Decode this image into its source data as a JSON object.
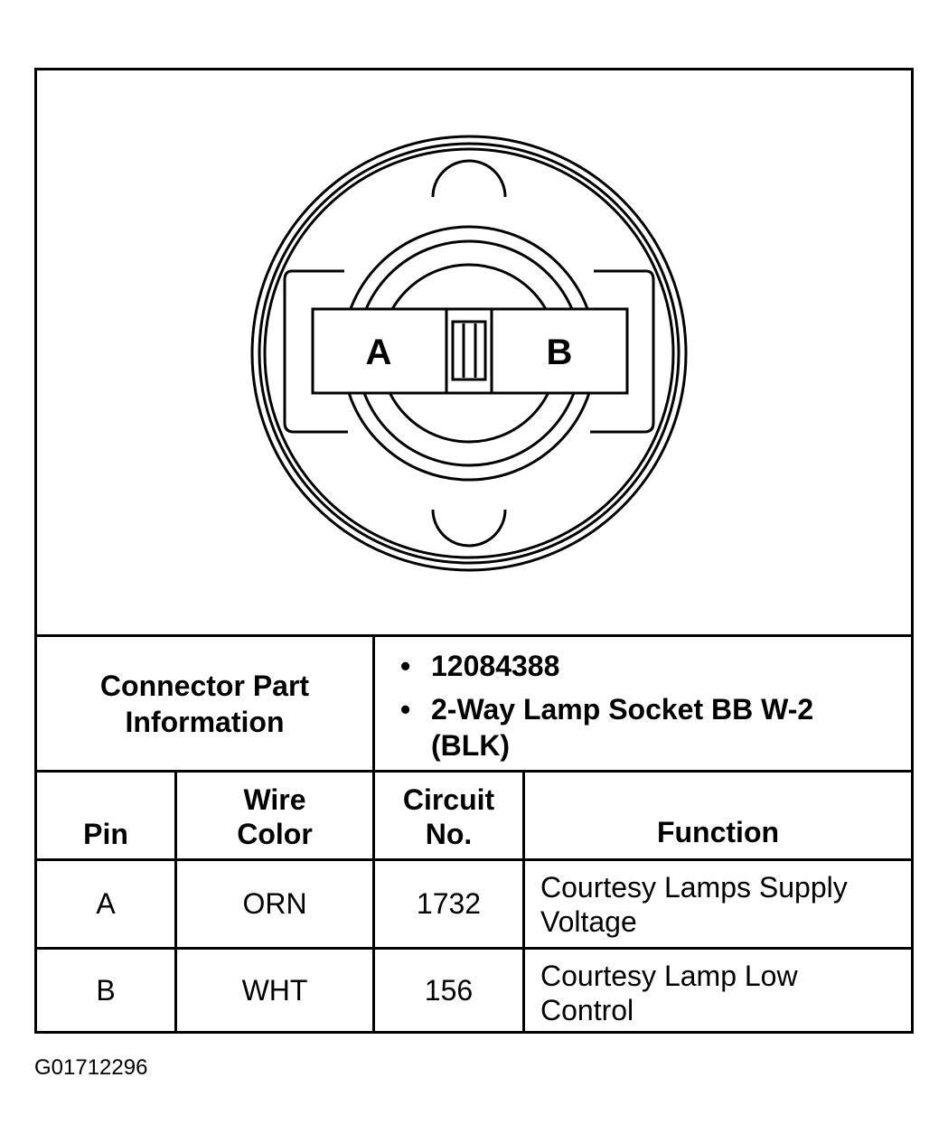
{
  "diagram": {
    "pin_labels": [
      "A",
      "B"
    ]
  },
  "connector_info": {
    "label": "Connector Part Information",
    "items": [
      "12084388",
      "2-Way Lamp Socket BB W-2 (BLK)"
    ]
  },
  "table": {
    "headers": {
      "pin": "Pin",
      "wire_color": "Wire Color",
      "circuit": "Circuit No.",
      "function": "Function"
    },
    "rows": [
      {
        "pin": "A",
        "wire_color": "ORN",
        "circuit": "1732",
        "function": "Courtesy Lamps Supply Voltage"
      },
      {
        "pin": "B",
        "wire_color": "WHT",
        "circuit": "156",
        "function": "Courtesy Lamp Low Control"
      }
    ]
  },
  "caption": "G01712296"
}
